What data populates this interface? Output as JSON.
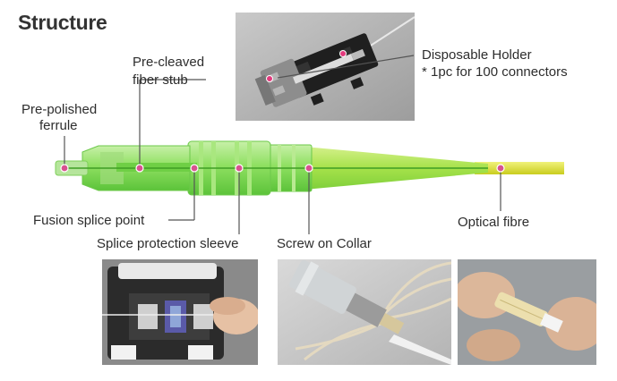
{
  "title": "Structure",
  "labels": {
    "pre_polished_ferrule": [
      "Pre-polished",
      "ferrule"
    ],
    "pre_cleaved_fiber_stub": [
      "Pre-cleaved",
      "fiber stub"
    ],
    "disposable_holder": "Disposable Holder",
    "holder_note": "* 1pc for 100 connectors",
    "fusion_splice_point": "Fusion splice point",
    "splice_protection_sleeve": "Splice protection sleeve",
    "screw_on_collar": "Screw on Collar",
    "optical_fibre": "Optical fibre"
  },
  "colors": {
    "connector_green": "#7ed957",
    "connector_green_dark": "#4fb52e",
    "fibre_yellow": "#dfe13a",
    "marker_pink": "#d8528f",
    "leader_line": "#555555"
  },
  "photos": [
    {
      "name": "disposable-holder-photo"
    },
    {
      "name": "fusion-splicer-photo"
    },
    {
      "name": "connector-with-fibres-photo"
    },
    {
      "name": "hand-holding-connector-photo"
    }
  ]
}
